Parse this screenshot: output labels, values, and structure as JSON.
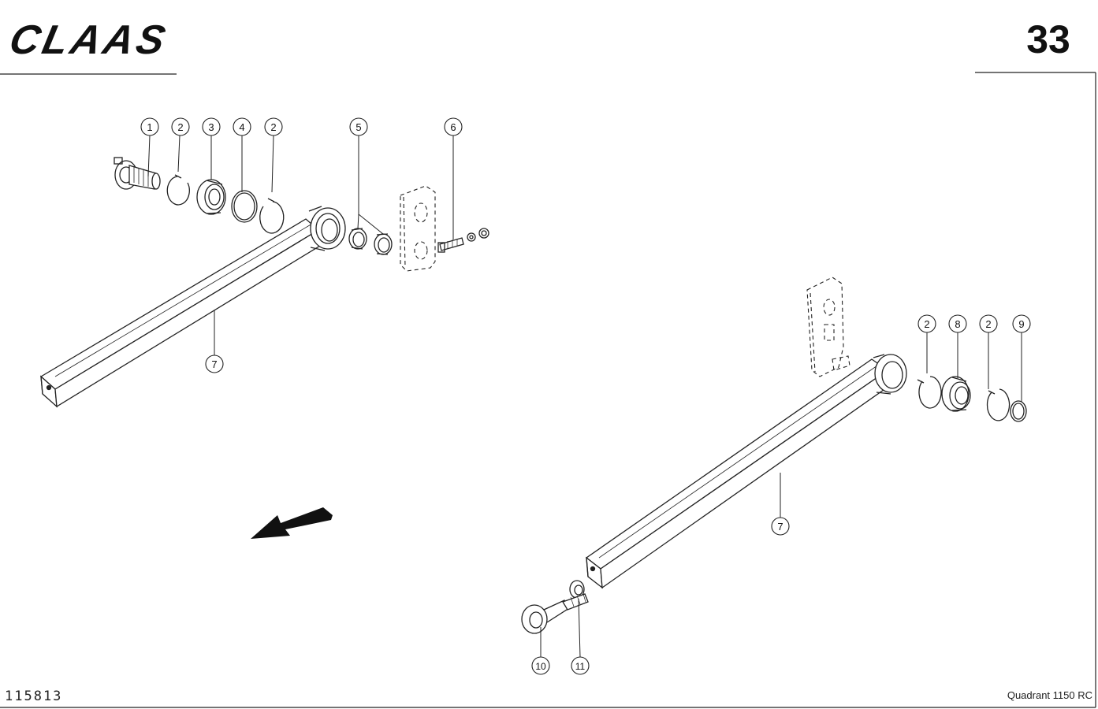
{
  "brand": {
    "logo_text": "CLAAS"
  },
  "page_number": "33",
  "document_number": "115813",
  "model": "Quadrant 1150 RC",
  "callouts": [
    {
      "id": "c1",
      "label": "1"
    },
    {
      "id": "c2a",
      "label": "2"
    },
    {
      "id": "c3",
      "label": "3"
    },
    {
      "id": "c4",
      "label": "4"
    },
    {
      "id": "c2b",
      "label": "2"
    },
    {
      "id": "c5",
      "label": "5"
    },
    {
      "id": "c6",
      "label": "6"
    },
    {
      "id": "c7a",
      "label": "7"
    },
    {
      "id": "c2c",
      "label": "2"
    },
    {
      "id": "c8",
      "label": "8"
    },
    {
      "id": "c2d",
      "label": "2"
    },
    {
      "id": "c9",
      "label": "9"
    },
    {
      "id": "c7b",
      "label": "7"
    },
    {
      "id": "c10",
      "label": "10"
    },
    {
      "id": "c11",
      "label": "11"
    }
  ]
}
